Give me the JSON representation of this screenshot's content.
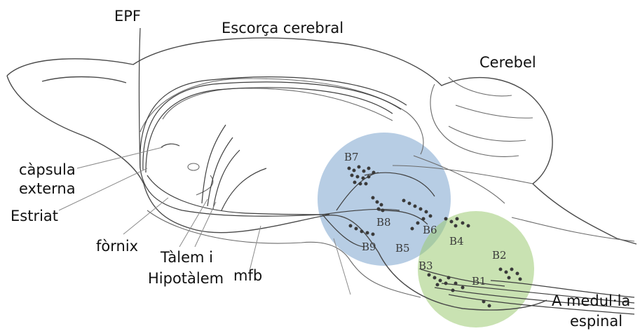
{
  "labels": {
    "epf": "EPF",
    "escorca": "Escorça cerebral",
    "cerebel": "Cerebel",
    "capsula_line1": "càpsula",
    "capsula_line2": "externa",
    "estriat": "Estriat",
    "fornix": "fòrnix",
    "talem_line1": "Tàlem i",
    "talem_line2": "Hipotàlem",
    "mfb": "mfb",
    "medulla_line1": "A medul·la",
    "medulla_line2": "espinal"
  },
  "nuclei": {
    "b1": "B1",
    "b2": "B2",
    "b3": "B3",
    "b4": "B4",
    "b5": "B5",
    "b6": "B6",
    "b7": "B7",
    "b8": "B8",
    "b9": "B9"
  },
  "colors": {
    "blue_region": "#6f9bc9",
    "green_region": "#9ccb72",
    "outline": "#4a4a4a",
    "text": "#111111"
  }
}
